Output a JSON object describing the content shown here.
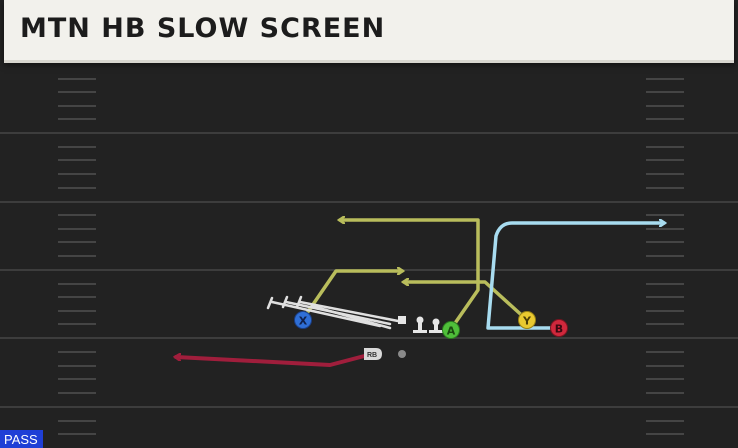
{
  "play": {
    "title": "MTN HB SLOW SCREEN",
    "type_badge": "PASS"
  },
  "colors": {
    "field": "#222222",
    "yard_line": "#444444",
    "hash": "#4a4a4a",
    "route_yellow": "#b9bd5c",
    "route_blue": "#a8dcf0",
    "route_red": "#a01e3c",
    "screen_block": "#e6e6e6",
    "button_x": "#2f6fd6",
    "button_a": "#4fbf3a",
    "button_y": "#e9c930",
    "button_b": "#d0283c",
    "badge_bg": "#1f3fd6"
  },
  "receivers": [
    {
      "button": "X",
      "color": "button_x",
      "icon": "x-button-icon"
    },
    {
      "button": "A",
      "color": "button_a",
      "icon": "a-button-icon"
    },
    {
      "button": "Y",
      "color": "button_y",
      "icon": "y-button-icon"
    },
    {
      "button": "B",
      "color": "button_b",
      "icon": "b-button-icon"
    }
  ],
  "running_back": {
    "label": "RB",
    "icon": "running-back-icon"
  }
}
